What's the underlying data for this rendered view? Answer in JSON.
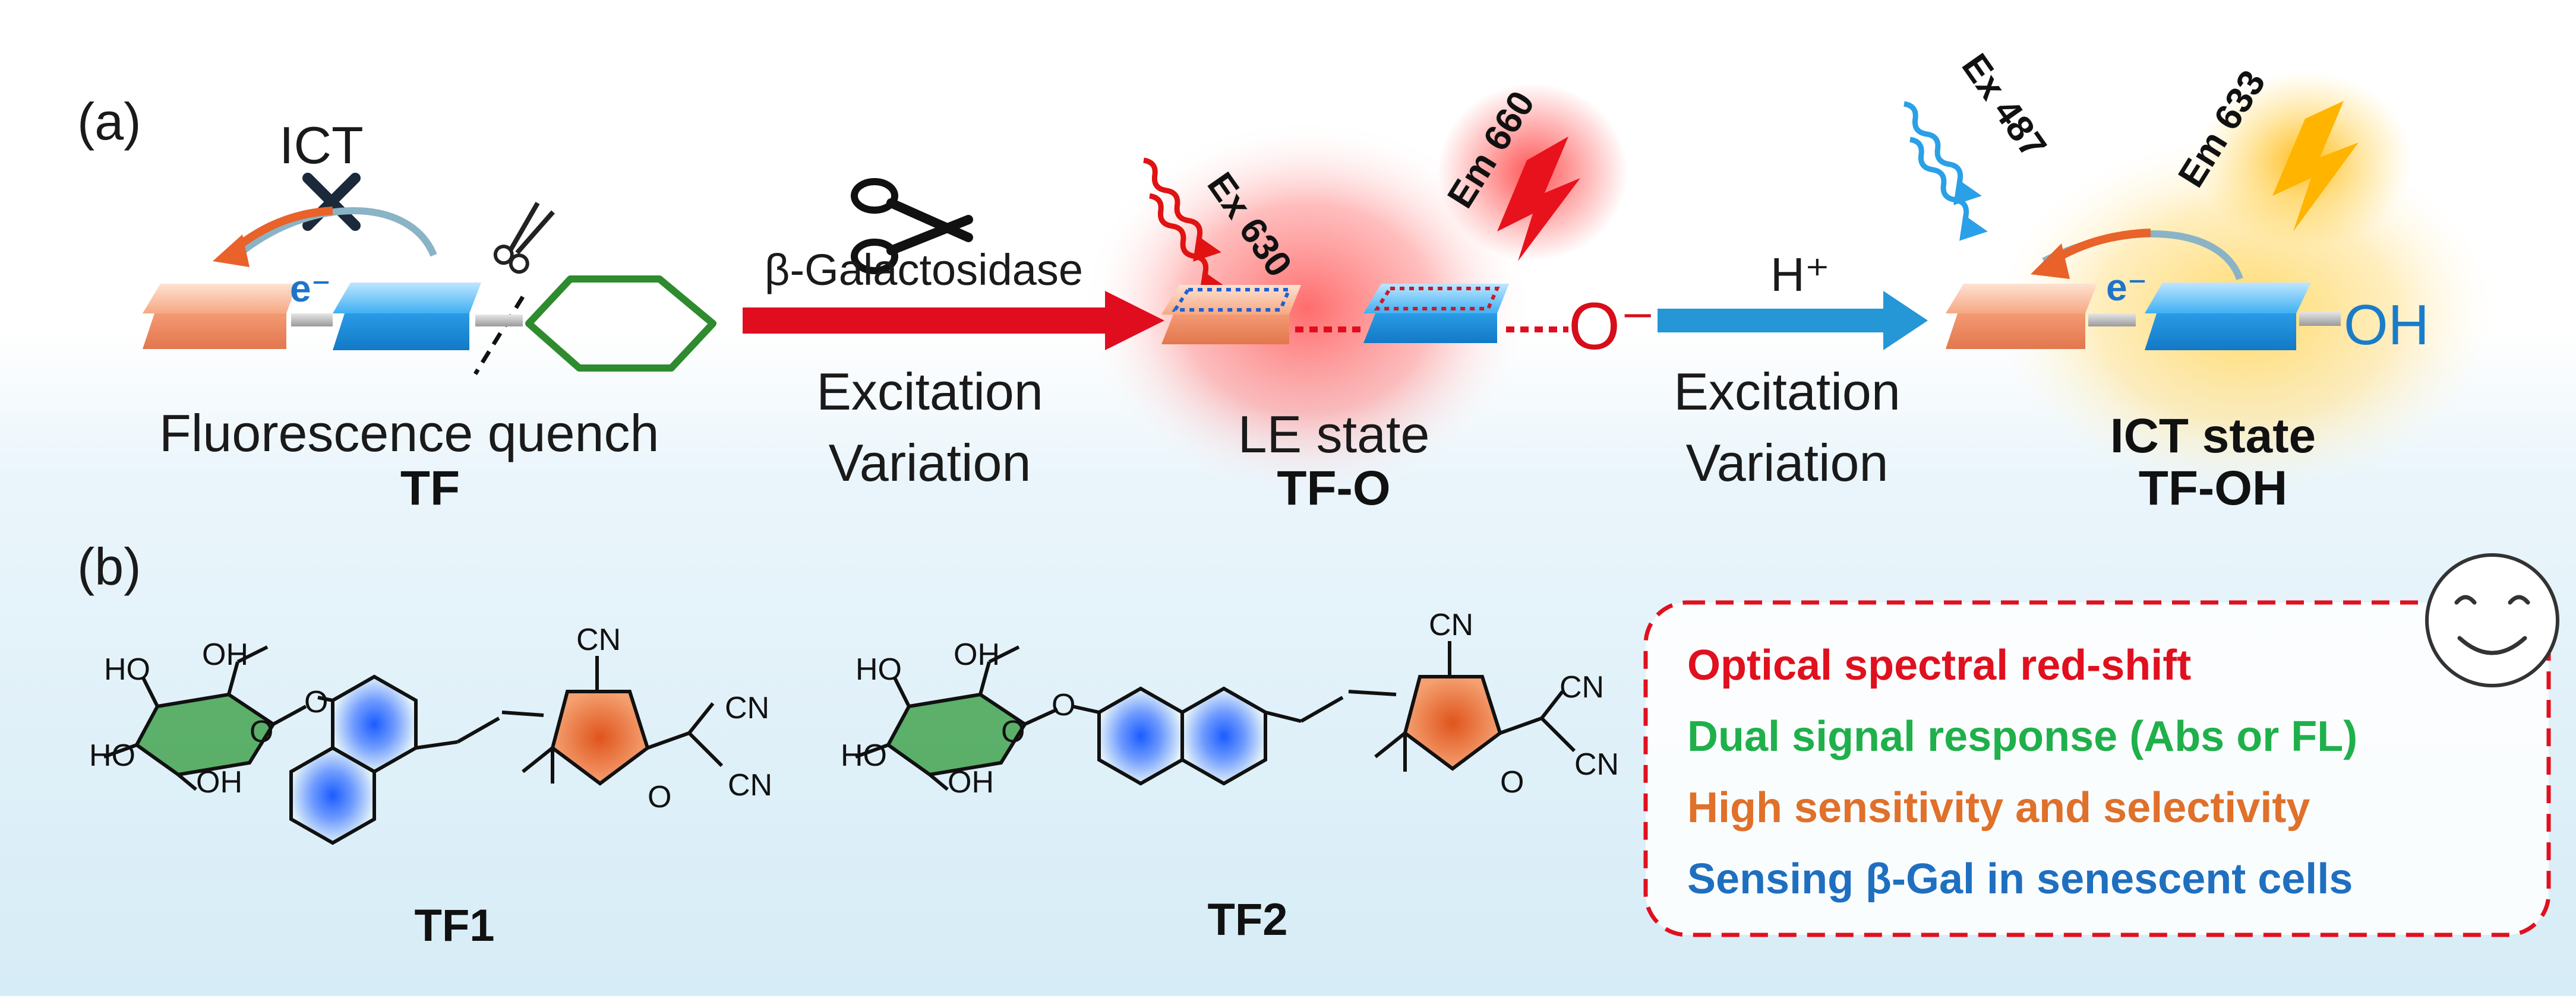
{
  "panel_a": {
    "label": "(a)",
    "ict_label": "ICT",
    "electron": "e⁻",
    "enzyme": "β-Galactosidase",
    "step1_text": [
      "Excitation",
      "Variation"
    ],
    "step2_text": [
      "Excitation",
      "Variation"
    ],
    "proton": "H⁺",
    "tf": {
      "state": "Fluorescence quench",
      "name": "TF"
    },
    "tfo": {
      "state": "LE state",
      "name": "TF-O",
      "ex": "Ex 630",
      "em": "Em 660",
      "anion": "O⁻"
    },
    "tfoh": {
      "state": "ICT state",
      "name": "TF-OH",
      "ex": "Ex 487",
      "em": "Em 633",
      "oh": "OH"
    }
  },
  "panel_b": {
    "label": "(b)",
    "molecules": [
      {
        "name": "TF1"
      },
      {
        "name": "TF2"
      }
    ],
    "atom_labels": {
      "ho": "HO",
      "oh": "OH",
      "o": "O",
      "cn": "CN"
    },
    "features": [
      {
        "text": "Optical spectral  red-shift",
        "color": "#e0101e"
      },
      {
        "text": "Dual signal response (Abs or FL)",
        "color": "#1fb04b"
      },
      {
        "text": "High sensitivity and selectivity",
        "color": "#e0702a"
      },
      {
        "text": "Sensing β-Gal in senescent cells",
        "color": "#1f6fc0"
      }
    ]
  },
  "colors": {
    "red": "#e00d1f",
    "blue": "#2a8fd4",
    "green": "#1e8a2a",
    "orange": "#e8622a"
  },
  "icons": [
    "smiley-icon",
    "scissors-icon",
    "lightning-icon",
    "wavy-arrow-icon"
  ]
}
